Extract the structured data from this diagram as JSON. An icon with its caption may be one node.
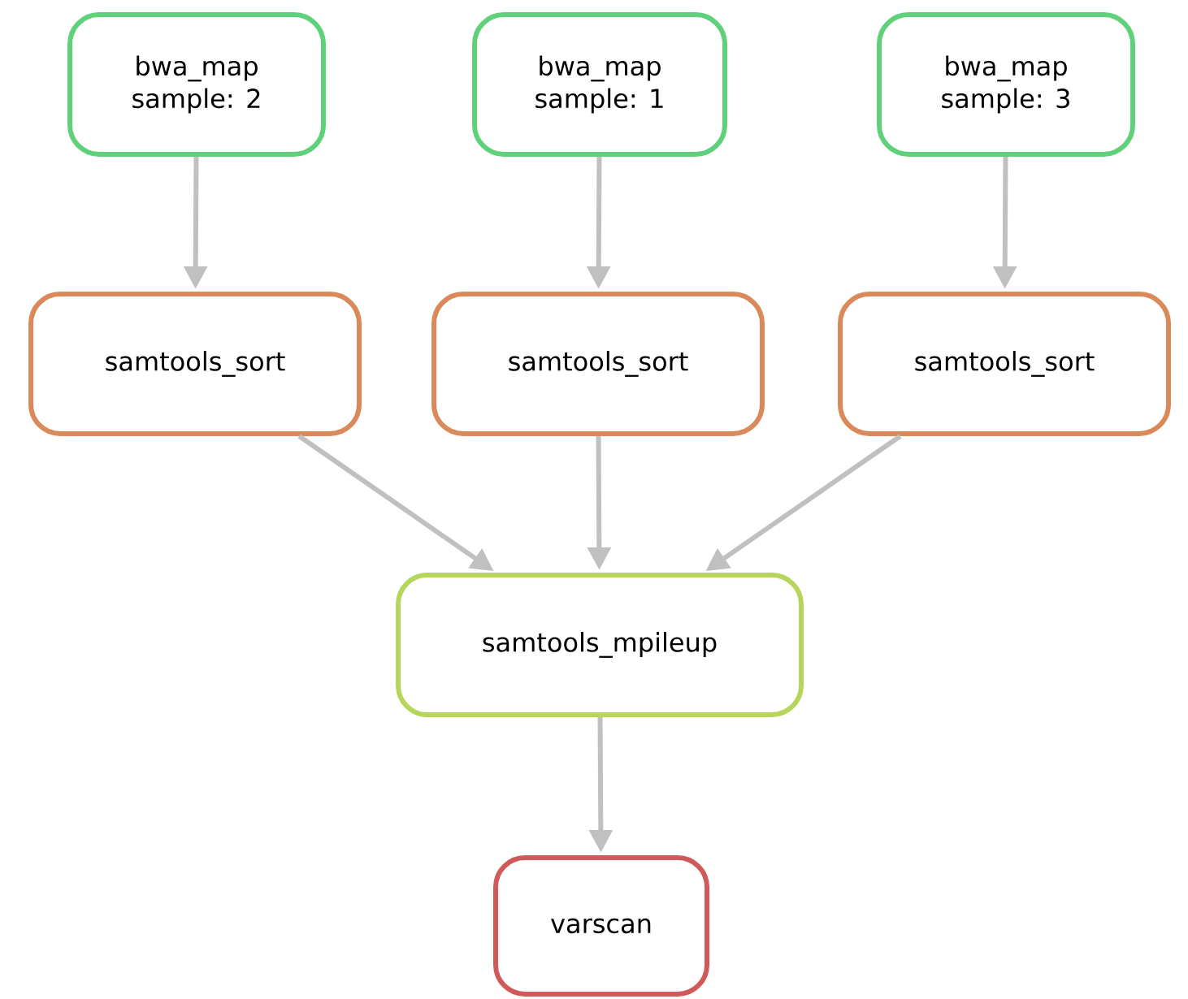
{
  "diagram": {
    "nodes": [
      {
        "text": [
          "bwa_map",
          "sample: 2"
        ]
      },
      {
        "text": [
          "bwa_map",
          "sample: 1"
        ]
      },
      {
        "text": [
          "bwa_map",
          "sample: 3"
        ]
      },
      {
        "text": [
          "samtools_sort"
        ]
      },
      {
        "text": [
          "samtools_sort"
        ]
      },
      {
        "text": [
          "samtools_sort"
        ]
      },
      {
        "text": [
          "samtools_mpileup"
        ]
      },
      {
        "text": [
          "varscan"
        ]
      }
    ],
    "edges": [
      {
        "from": 0,
        "to": 3,
        "arrow": "to"
      },
      {
        "from": 1,
        "to": 4,
        "arrow": "to"
      },
      {
        "from": 2,
        "to": 5,
        "arrow": "to"
      },
      {
        "from": 3,
        "to": 6,
        "arrow": "to"
      },
      {
        "from": 4,
        "to": 6,
        "arrow": "to"
      },
      {
        "from": 5,
        "to": 6,
        "arrow": "to"
      },
      {
        "from": 6,
        "to": 7,
        "arrow": "to"
      }
    ]
  }
}
